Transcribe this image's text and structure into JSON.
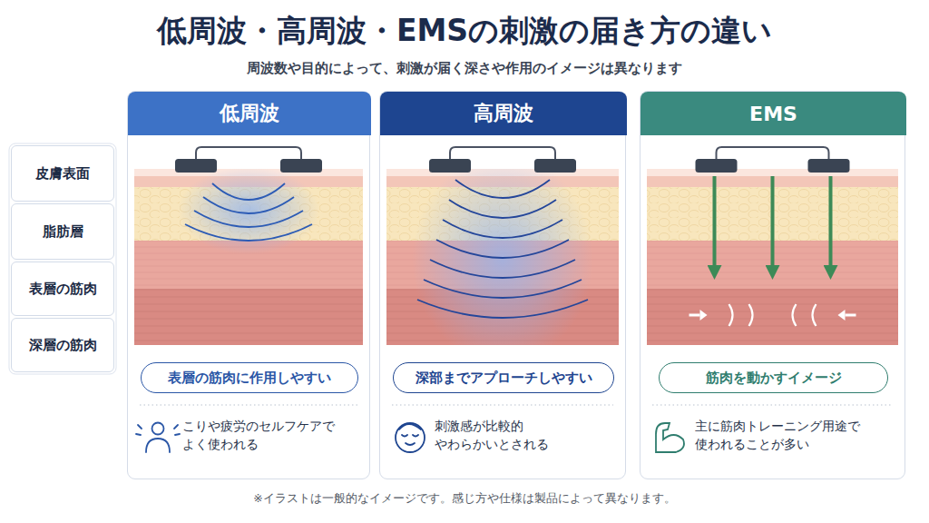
{
  "diagram": {
    "title": "低周波・高周波・EMSの刺激の届き方の違い",
    "caption": "※イラストは一般的なイメージです。感じ方や仕様は製品によって異なります。",
    "nodes": [
      {
        "text": [
          "皮膚表面"
        ]
      },
      {
        "text": [
          "脂肪層"
        ]
      },
      {
        "text": [
          "表層の筋肉"
        ]
      },
      {
        "text": [
          "深層の筋肉"
        ]
      },
      {
        "text": [
          "こりや疲労のセルフケアで よく使われる"
        ]
      },
      {
        "text": [
          "低周波"
        ],
        "in": 4
      },
      {
        "text": [
          "表層の筋肉に作用しやすい"
        ],
        "in": 4
      },
      {
        "text": [
          "刺激感が比較的 やわらかいとされる"
        ]
      },
      {
        "text": [
          "高周波"
        ],
        "in": 7
      },
      {
        "text": [
          "深部までアプローチしやすい"
        ],
        "in": 7
      },
      {
        "text": [
          "主に筋肉トレーニング用途で 使われることが多い"
        ]
      },
      {
        "text": [
          "EMS"
        ],
        "in": 10
      },
      {
        "text": [
          "筋肉を動かすイメージ"
        ],
        "in": 10
      }
    ],
    "labels": [
      "周波数や目的によって、刺激が届く深さや作用のイメージは異なります"
    ]
  }
}
